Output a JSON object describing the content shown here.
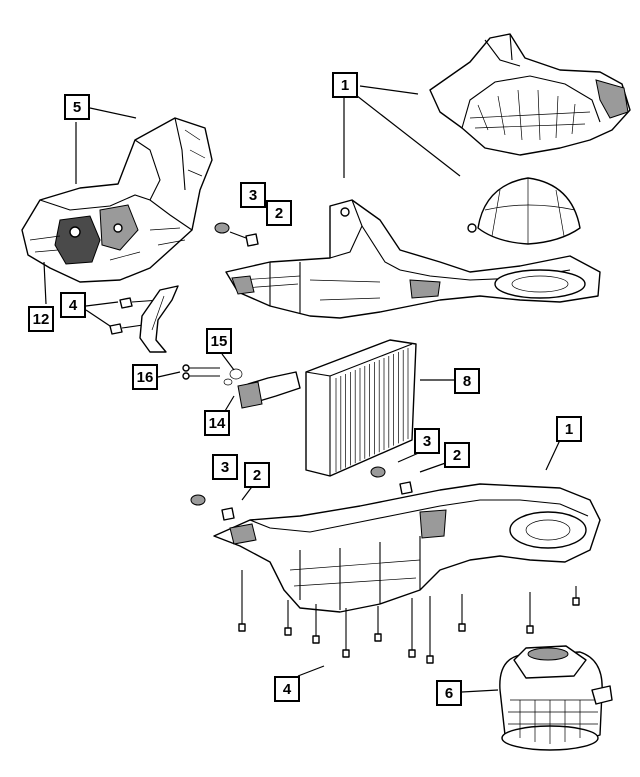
{
  "callouts": {
    "c1_top": "1",
    "c1_bottom": "1",
    "c2_upper": "2",
    "c2_mid": "2",
    "c2_lower": "2",
    "c3_upper": "3",
    "c3_mid": "3",
    "c3_lower": "3",
    "c4_left": "4",
    "c4_bottom": "4",
    "c5": "5",
    "c6": "6",
    "c8": "8",
    "c12": "12",
    "c14": "14",
    "c15": "15",
    "c16": "16"
  }
}
